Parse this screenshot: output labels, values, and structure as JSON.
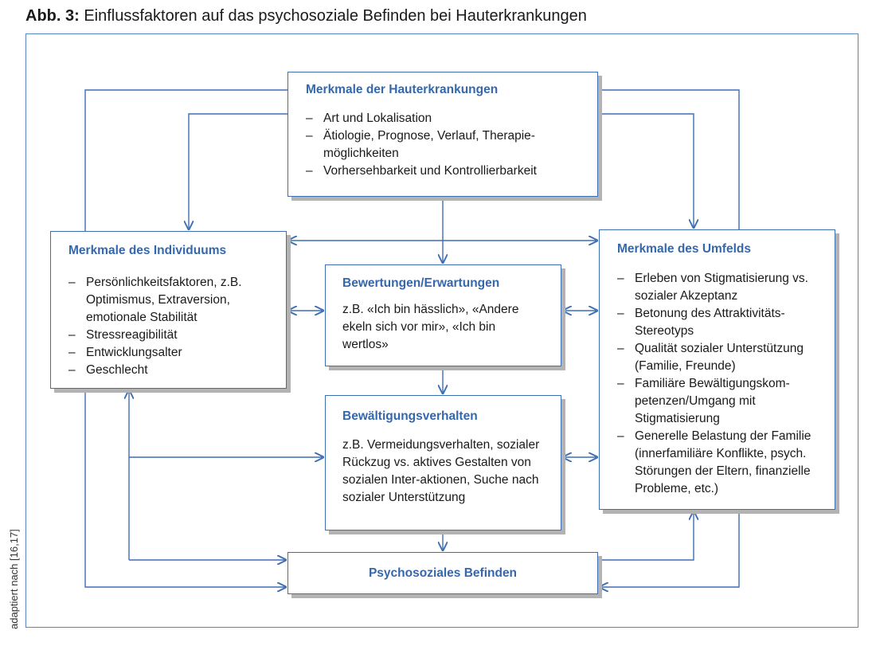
{
  "figure": {
    "label": "Abb. 3:",
    "title": "Einflussfaktoren auf das psychosoziale Befinden bei Hauterkrankungen",
    "source_note": "adaptiert nach [16,17]"
  },
  "colors": {
    "accent": "#3e6fb5",
    "heading": "#3567ad",
    "frame": "#5a84c4",
    "shadow": "#b3b3b3"
  },
  "boxes": {
    "hauterkrankungen": {
      "title": "Merkmale der Hauterkrankungen",
      "items": [
        "Art und Lokalisation",
        "Ätiologie, Prognose, Verlauf, Therapie-möglichkeiten",
        "Vorhersehbarkeit und Kontrollierbarkeit"
      ]
    },
    "individuum": {
      "title": "Merkmale des Individuums",
      "items": [
        "Persönlichkeitsfaktoren, z.B. Optimismus, Extraversion, emotionale Stabilität",
        "Stressreagibilität",
        "Entwicklungsalter",
        "Geschlecht"
      ]
    },
    "umfeld": {
      "title": "Merkmale des Umfelds",
      "items": [
        "Erleben von Stigmatisierung vs. sozialer Akzeptanz",
        "Betonung des Attraktivitäts-Stereotyps",
        "Qualität sozialer Unterstützung (Familie, Freunde)",
        "Familiäre Bewältigungskom-petenzen/Umgang mit Stigmatisierung",
        "Generelle Belastung der Familie (innerfamiliäre Konflikte, psych. Störungen der Eltern, finanzielle Probleme, etc.)"
      ]
    },
    "bewertungen": {
      "title": "Bewertungen/Erwartungen",
      "text": "z.B. «Ich bin hässlich», «Andere ekeln sich vor mir», «Ich bin wertlos»"
    },
    "bewaeltigung": {
      "title": "Bewältigungsverhalten",
      "text": "z.B. Vermeidungsverhalten, sozialer Rückzug vs. aktives Gestalten von sozialen Inter-aktionen, Suche nach sozialer Unterstützung"
    },
    "befinden": {
      "title": "Psychosoziales Befinden"
    }
  }
}
